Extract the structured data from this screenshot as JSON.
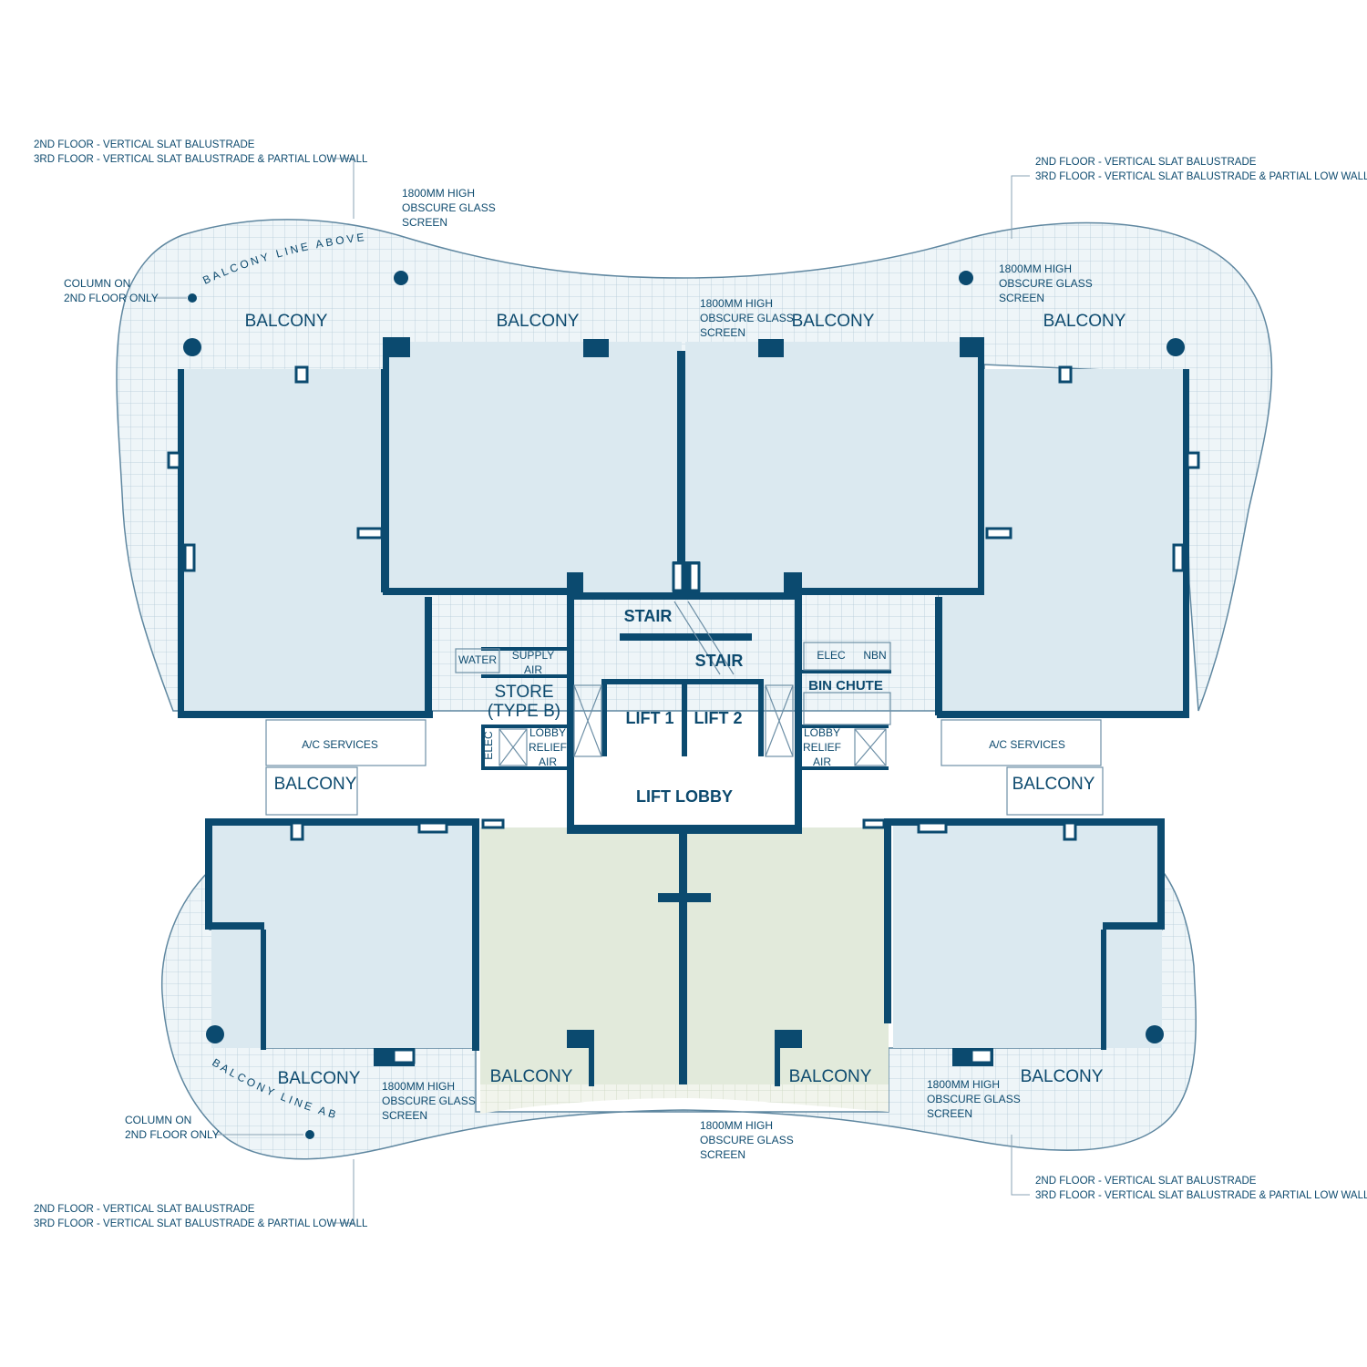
{
  "colors": {
    "wall": "#0b4a6f",
    "unit_fill": "#dbe9f0",
    "green_unit_fill": "#e2eadb",
    "balcony_grid": "#b5cbd8",
    "text": "#0d4a6e"
  },
  "balcony_label": "BALCONY",
  "core": {
    "stair": "STAIR",
    "lift_1": "LIFT 1",
    "lift_2": "LIFT 2",
    "lift_lobby": "LIFT LOBBY",
    "bin_chute": "BIN CHUTE",
    "elec": "ELEC",
    "nbn": "NBN",
    "water": "WATER",
    "supply_air_1": "SUPPLY",
    "supply_air_2": "AIR",
    "store_1": "STORE",
    "store_2": "(TYPE B)",
    "elec_vertical": "ELEC",
    "lobby_relief_1": "LOBBY",
    "lobby_relief_2": "RELIEF",
    "lobby_relief_3": "AIR",
    "ac_services": "A/C SERVICES"
  },
  "notes": {
    "balustrade_line_1": "2ND FLOOR - VERTICAL SLAT BALUSTRADE",
    "balustrade_line_2": "3RD FLOOR - VERTICAL SLAT BALUSTRADE & PARTIAL LOW WALL",
    "glass_1": "1800MM HIGH",
    "glass_2": "OBSCURE GLASS",
    "glass_3": "SCREEN",
    "column_1": "COLUMN ON",
    "column_2": "2ND FLOOR ONLY",
    "balcony_line_above": "BALCONY LINE ABOVE"
  }
}
